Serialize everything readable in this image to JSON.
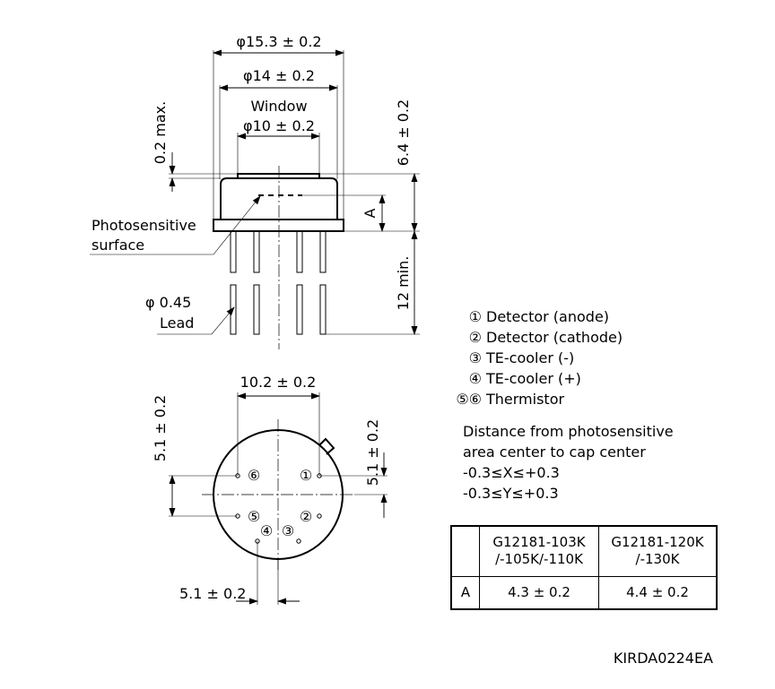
{
  "side_view": {
    "dim_outer_diameter": "φ15.3 ± 0.2",
    "dim_cap_diameter": "φ14 ± 0.2",
    "window_label": "Window",
    "dim_window_diameter": "φ10 ± 0.2",
    "dim_window_height": "0.2 max.",
    "dim_total_height": "6.4 ± 0.2",
    "dim_a_label": "A",
    "dim_lead_length": "12 min.",
    "photosensitive_label_1": "Photosensitive",
    "photosensitive_label_2": "surface",
    "lead_diameter": "φ 0.45",
    "lead_label": "Lead"
  },
  "bottom_view": {
    "dim_top_spacing": "10.2 ± 0.2",
    "dim_left_spacing": "5.1 ± 0.2",
    "dim_right_spacing": "5.1 ± 0.2",
    "dim_bottom_spacing": "5.1 ± 0.2",
    "pin_labels": [
      "①",
      "②",
      "③",
      "④",
      "⑤",
      "⑥"
    ]
  },
  "legend": {
    "items": [
      {
        "num": "①",
        "label": "Detector (anode)"
      },
      {
        "num": "②",
        "label": "Detector (cathode)"
      },
      {
        "num": "③",
        "label": "TE-cooler (-)"
      },
      {
        "num": "④",
        "label": "TE-cooler (+)"
      },
      {
        "num": "⑤⑥",
        "label": "Thermistor"
      }
    ],
    "note_lines": [
      "Distance from photosensitive",
      "area center to cap center",
      "-0.3≤X≤+0.3",
      "-0.3≤Y≤+0.3"
    ]
  },
  "table": {
    "header": [
      "",
      "G12181-103K\n/-105K/-110K",
      "G12181-120K\n/-130K"
    ],
    "row_label": "A",
    "row_values": [
      "4.3 ± 0.2",
      "4.4 ± 0.2"
    ]
  },
  "figure_code": "KIRDA0224EA"
}
